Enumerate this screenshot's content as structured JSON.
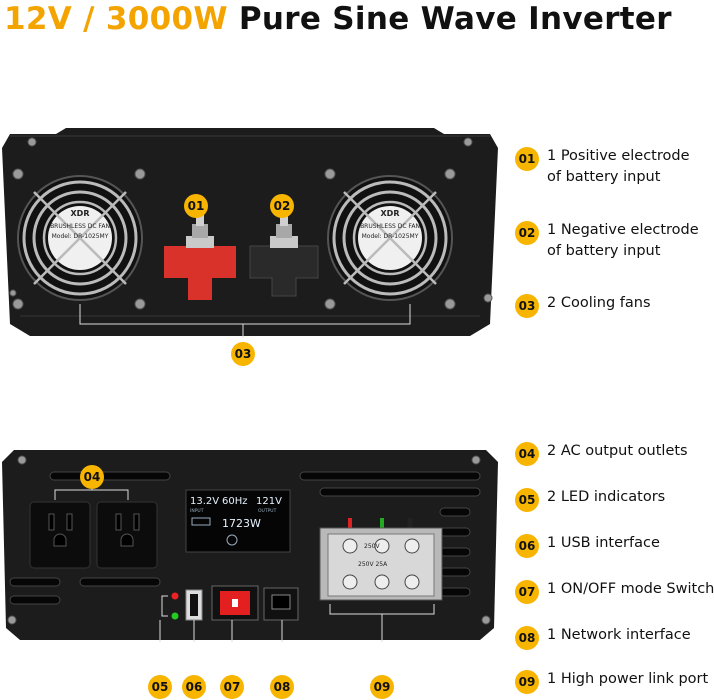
{
  "title": {
    "accent": "12V / 3000W",
    "rest": "Pure Sine Wave Inverter"
  },
  "colors": {
    "accent": "#f4a400",
    "badge": "#f7b500",
    "housing": "#1a1a1a"
  },
  "callouts": {
    "top": [
      "01",
      "02",
      "03"
    ],
    "bottom": [
      "04",
      "05",
      "06",
      "07",
      "08",
      "09"
    ]
  },
  "fan_label": {
    "brand": "XDR",
    "line1": "BRUSHLESS DC FAN",
    "line2": "Model: DR-1025MY"
  },
  "display": {
    "input_voltage": "13.2V",
    "frequency": "60Hz",
    "output_voltage": "121V",
    "input_label": "INPUT",
    "output_label": "OUTPUT",
    "power": "1723W"
  },
  "terminal_label": {
    "top": "250V",
    "bottom": "250V 25A"
  },
  "legend": [
    {
      "num": "01",
      "text": "1 Positive electrode of battery input"
    },
    {
      "num": "02",
      "text": "1 Negative electrode of battery input"
    },
    {
      "num": "03",
      "text": "2 Cooling fans"
    },
    {
      "num": "04",
      "text": "2 AC output outlets"
    },
    {
      "num": "05",
      "text": "2 LED indicators"
    },
    {
      "num": "06",
      "text": "1 USB interface"
    },
    {
      "num": "07",
      "text": "1 ON/OFF mode Switch"
    },
    {
      "num": "08",
      "text": "1 Network interface"
    },
    {
      "num": "09",
      "text": "1 High power link port"
    }
  ]
}
